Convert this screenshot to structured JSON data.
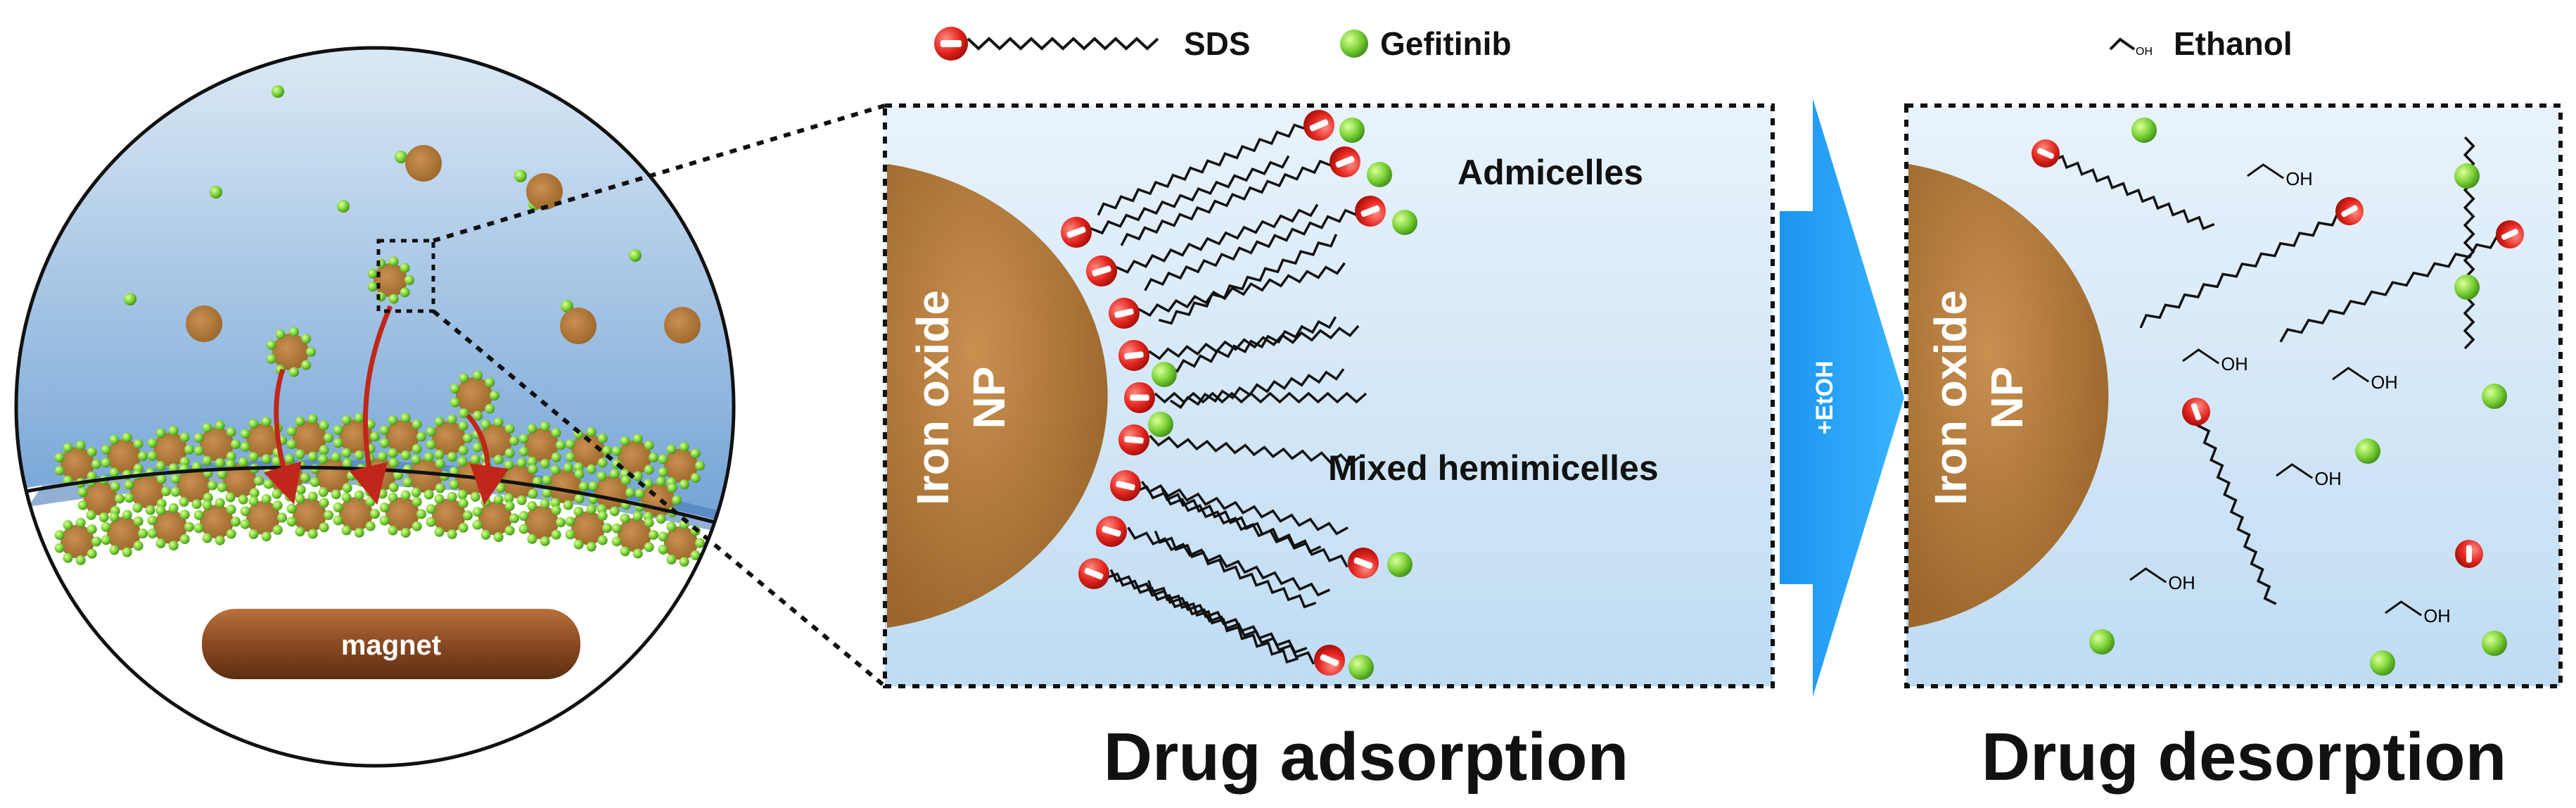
{
  "legend": {
    "sds_label": "SDS",
    "gefitinib_label": "Gefitinib",
    "ethanol_label": "Ethanol",
    "ethanol_oh": "OH"
  },
  "left_panel": {
    "magnet_label": "magnet"
  },
  "adsorption_panel": {
    "np_line1": "Iron oxide",
    "np_line2": "NP",
    "admicelles_label": "Admicelles",
    "hemimicelles_label": "Mixed hemimicelles",
    "caption": "Drug adsorption"
  },
  "transition": {
    "arrow_label": "+EtOH"
  },
  "desorption_panel": {
    "np_line1": "Iron oxide",
    "np_line2": "NP",
    "ethanol_oh": "OH",
    "caption": "Drug desorption"
  },
  "colors": {
    "nanoparticle_brown": "#b07a3c",
    "sds_head_red": "#e3261f",
    "gefitinib_green": "#7ed43a",
    "solution_blue": "#cfe6f7",
    "arrow_blue": "#1da1f2",
    "magnet_brown": "#8a4a22"
  },
  "icons": [
    "sds-molecule-icon",
    "gefitinib-dot-icon",
    "ethanol-molecule-icon",
    "magnet-icon"
  ]
}
